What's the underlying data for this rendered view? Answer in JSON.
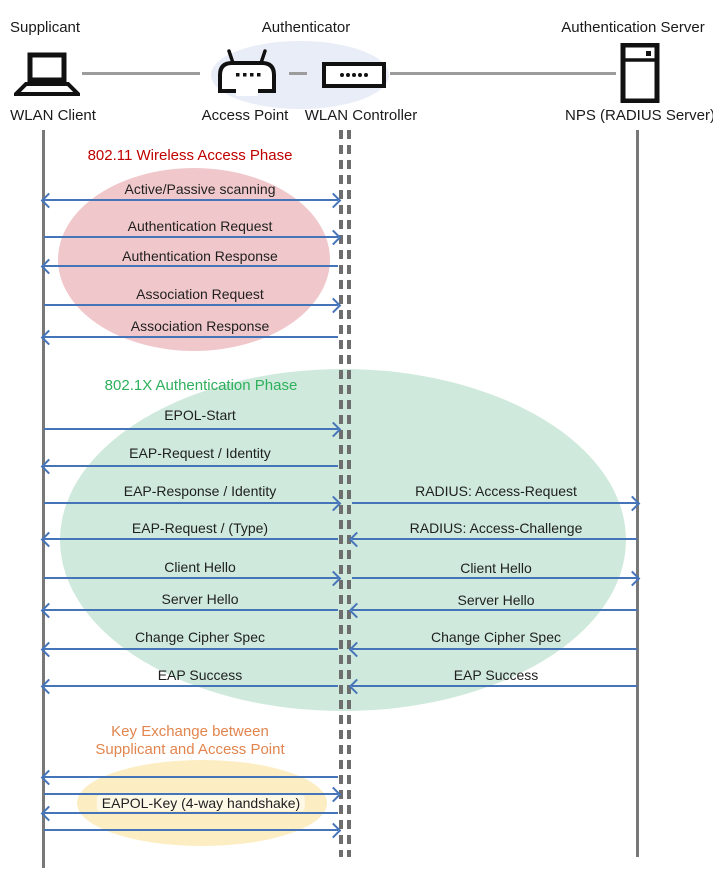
{
  "diagram": {
    "roles": [
      "Supplicant",
      "Authenticator",
      "Authentication Server"
    ],
    "nodes": [
      "WLAN Client",
      "Access Point",
      "WLAN Controller",
      "NPS (RADIUS Server)"
    ],
    "icons": [
      "laptop-icon",
      "access-point-icon",
      "wlan-controller-icon",
      "server-icon"
    ],
    "phase1": {
      "title": "802.11 Wireless Access Phase"
    },
    "phase2": {
      "title": "802.1X Authentication Phase"
    },
    "phase3": {
      "line1": "Key Exchange between",
      "line2": "Supplicant and Access Point"
    },
    "messages": {
      "scanning": "Active/Passive scanning",
      "auth_request": "Authentication Request",
      "auth_response": "Authentication Response",
      "assoc_request": "Association Request",
      "assoc_response": "Association Response",
      "epol_start": "EPOL-Start",
      "eap_request_identity": "EAP-Request / Identity",
      "eap_response_identity": "EAP-Response / Identity",
      "radius_access_request": "RADIUS: Access-Request",
      "eap_request_type": "EAP-Request / (Type)",
      "radius_access_challenge": "RADIUS: Access-Challenge",
      "client_hello_left": "Client Hello",
      "client_hello_right": "Client Hello",
      "server_hello_left": "Server Hello",
      "server_hello_right": "Server Hello",
      "change_cipher_left": "Change Cipher Spec",
      "change_cipher_right": "Change Cipher Spec",
      "eap_success_left": "EAP Success",
      "eap_success_right": "EAP Success",
      "eapol_key": "EAPOL-Key (4-way handshake)"
    },
    "colors": {
      "arrow": "#4674b8",
      "lifeline": "#787878",
      "phase1_text": "#c00000",
      "phase2_text": "#2eb05c",
      "phase3_text": "#e2854e",
      "phase1_ellipse": "#f0c8cb",
      "phase2_ellipse": "#cfeadc",
      "phase3_ellipse": "#fcedc2",
      "authenticator_ellipse": "#e9edf8"
    }
  }
}
